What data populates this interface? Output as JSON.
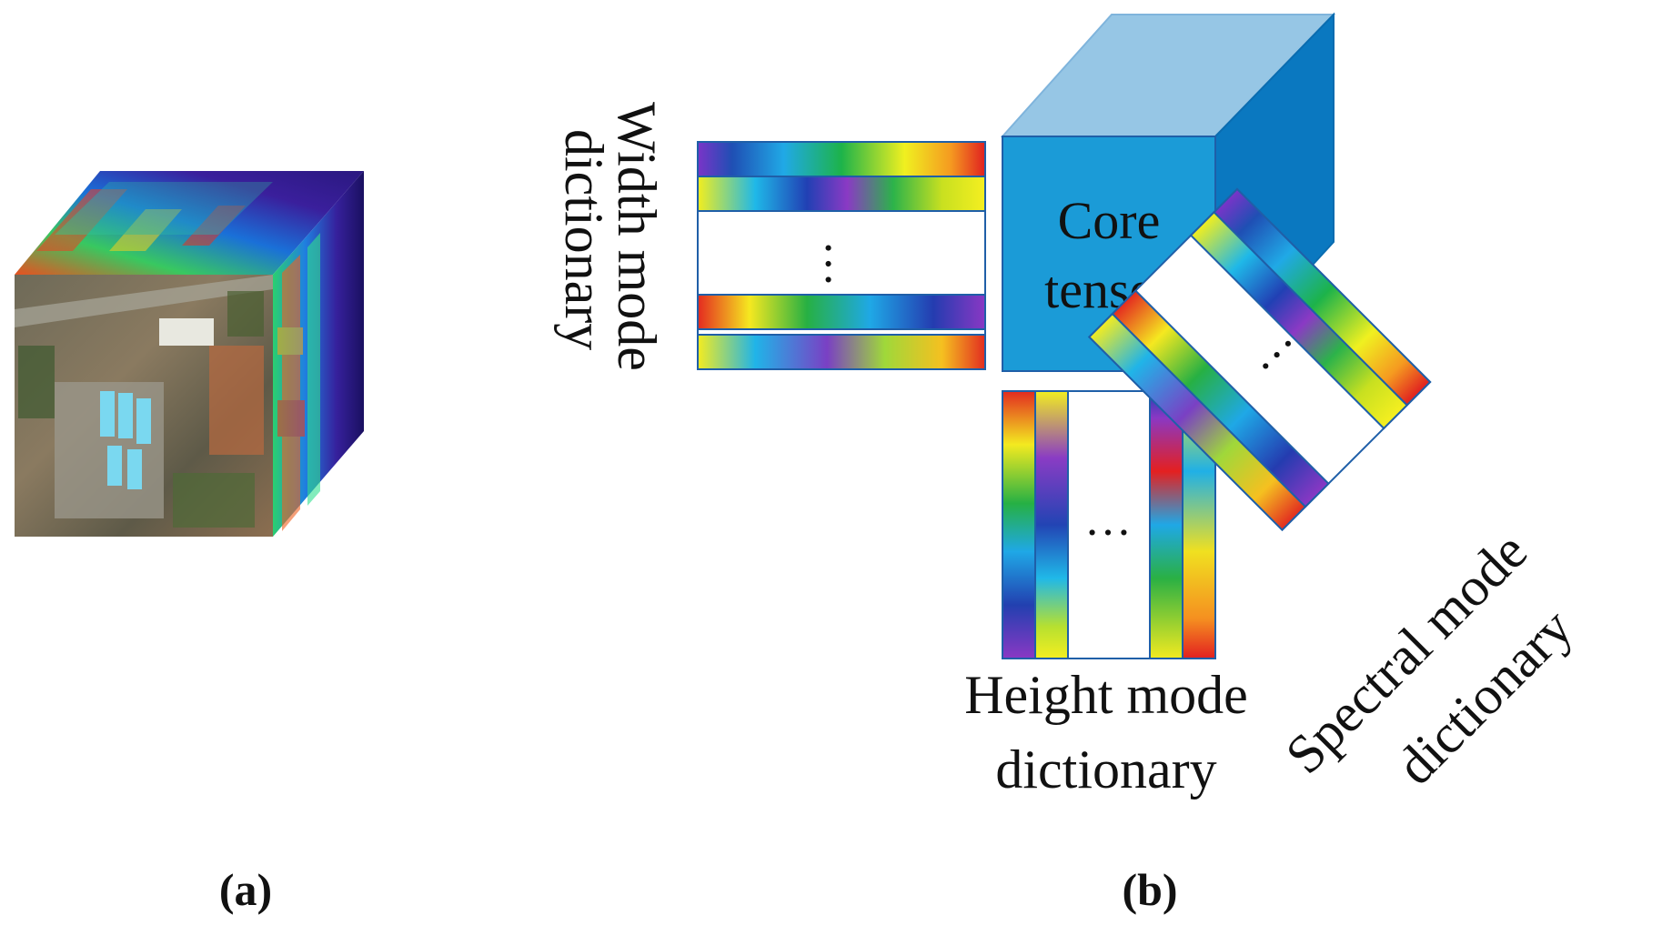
{
  "panels": [
    {
      "label": "(a)"
    },
    {
      "label": "(b)"
    }
  ],
  "core_tensor": {
    "label_line1": "Core",
    "label_line2": "tensor"
  },
  "width_mode": {
    "label_line1": "Width mode",
    "label_line2": "dictionary",
    "ellipsis": "…"
  },
  "height_mode": {
    "label_line1": "Height mode",
    "label_line2": "dictionary",
    "ellipsis": "…"
  },
  "spectral_mode": {
    "label_line1": "Spectral mode",
    "label_line2": "dictionary",
    "ellipsis": "…"
  },
  "colors": {
    "cube_front": "#1b9bd7",
    "cube_top": "#96c6e5",
    "cube_side": "#0a78c0",
    "stroke": "#1f5fa8"
  }
}
